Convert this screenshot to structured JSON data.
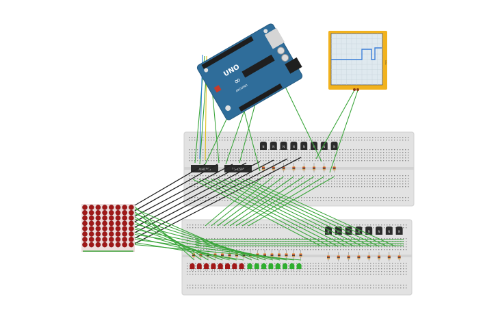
{
  "arduino": {
    "brand_label": "UNO",
    "logo_label": "∞",
    "model_label": "ARDUINO"
  },
  "shift_registers": [
    {
      "label": "74HC595"
    },
    {
      "label": "74HC595"
    }
  ],
  "transistor_label": "N",
  "colors": {
    "breadboard": "#e2e2e2",
    "arduino_board": "#2f6d9a",
    "wire_green": "#3aa53a",
    "wire_black": "#222222",
    "wire_blue": "#2a7fd4",
    "wire_yellow": "#e0c020",
    "led_red": "#a01818",
    "led_green": "#2fae2f",
    "oscilloscope_frame": "#f1b21e",
    "oscilloscope_trace": "#3b7fd9"
  },
  "components": {
    "led_matrix": {
      "rows": 8,
      "cols": 8
    },
    "top_transistors": 8,
    "bottom_transistors": 8,
    "red_leds": 8,
    "green_leds": 8
  },
  "oscilloscope": {
    "signal": "square",
    "pulse_level": "high",
    "scale_label": "1ms"
  }
}
